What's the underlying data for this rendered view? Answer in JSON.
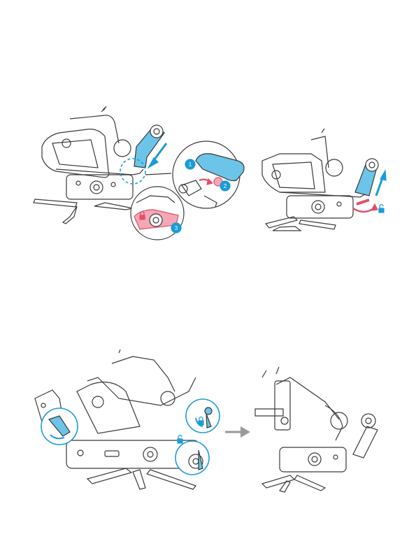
{
  "colors": {
    "line": "#3a3a3a",
    "highlight_blue": "#6cc4e8",
    "accent_blue": "#1a9cd8",
    "accent_red": "#e0506a",
    "pink_fill": "#f4a7b5",
    "arrow_gray": "#9a9a9a"
  },
  "icons": {
    "lock": "lock-icon",
    "unlock": "unlock-icon",
    "rotate": "rotate-arrow-icon",
    "next": "right-arrow-icon"
  },
  "steps": {
    "step1": "1",
    "step2": "2",
    "step3": "3"
  }
}
